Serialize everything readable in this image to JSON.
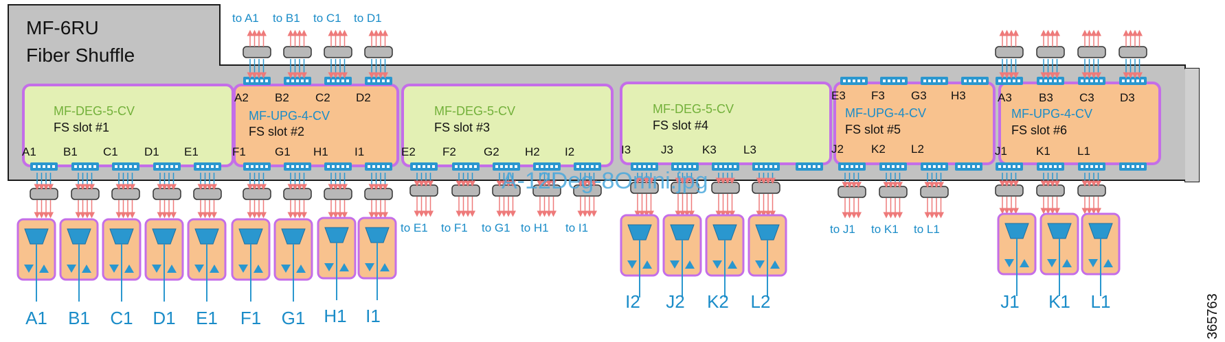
{
  "chassis": {
    "title_line1": "MF-6RU",
    "title_line2": "Fiber Shuffle"
  },
  "watermark": "A-12Deg-8Omni.jpg",
  "figure_id": "365763",
  "colors": {
    "chassis_gray": "#c2c2c2",
    "deg_module": "#e3f0b4",
    "upg_module": "#f8c28e",
    "module_border": "#c46ee8",
    "port_blue": "#2a97cf",
    "label_blue": "#1a8cc8",
    "deg_green": "#72b03a",
    "arrow_pink": "#ee7a7a"
  },
  "slots": [
    {
      "module": "MF-DEG-5-CV",
      "slot": "FS slot #1",
      "kind": "deg",
      "bottom_ports": [
        "A1",
        "B1",
        "C1",
        "D1",
        "E1"
      ],
      "top_ports": []
    },
    {
      "module": "MF-UPG-4-CV",
      "slot": "FS slot #2",
      "kind": "upg",
      "bottom_ports": [
        "F1",
        "G1",
        "H1",
        "I1"
      ],
      "top_ports": [
        "A2",
        "B2",
        "C2",
        "D2"
      ]
    },
    {
      "module": "MF-DEG-5-CV",
      "slot": "FS slot #3",
      "kind": "deg",
      "bottom_ports": [
        "E2",
        "F2",
        "G2",
        "H2",
        "I2"
      ],
      "top_ports": []
    },
    {
      "module": "MF-DEG-5-CV",
      "slot": "FS slot #4",
      "kind": "deg",
      "bottom_ports": [
        "I3",
        "J3",
        "K3",
        "L3"
      ],
      "top_ports": []
    },
    {
      "module": "MF-UPG-4-CV",
      "slot": "FS slot #5",
      "kind": "upg",
      "bottom_ports": [
        "J2",
        "K2",
        "L2"
      ],
      "top_ports": [
        "E3",
        "F3",
        "G3",
        "H3"
      ]
    },
    {
      "module": "MF-UPG-4-CV",
      "slot": "FS slot #6",
      "kind": "upg",
      "bottom_ports": [
        "J1",
        "K1",
        "L1"
      ],
      "top_ports": [
        "A3",
        "B3",
        "C3",
        "D3"
      ]
    }
  ],
  "top_cable_labels": [
    "to A1",
    "to B1",
    "to C1",
    "to D1"
  ],
  "bottom_cable_labels": [
    "to E1",
    "to F1",
    "to G1",
    "to H1",
    "to I1",
    "to J1",
    "to K1",
    "to L1"
  ],
  "filter_units": {
    "group1": [
      "A1",
      "B1",
      "C1",
      "D1",
      "E1",
      "F1",
      "G1",
      "H1",
      "I1"
    ],
    "group2": [
      "I2",
      "J2",
      "K2",
      "L2"
    ],
    "group3": [
      "J1",
      "K1",
      "L1"
    ]
  }
}
